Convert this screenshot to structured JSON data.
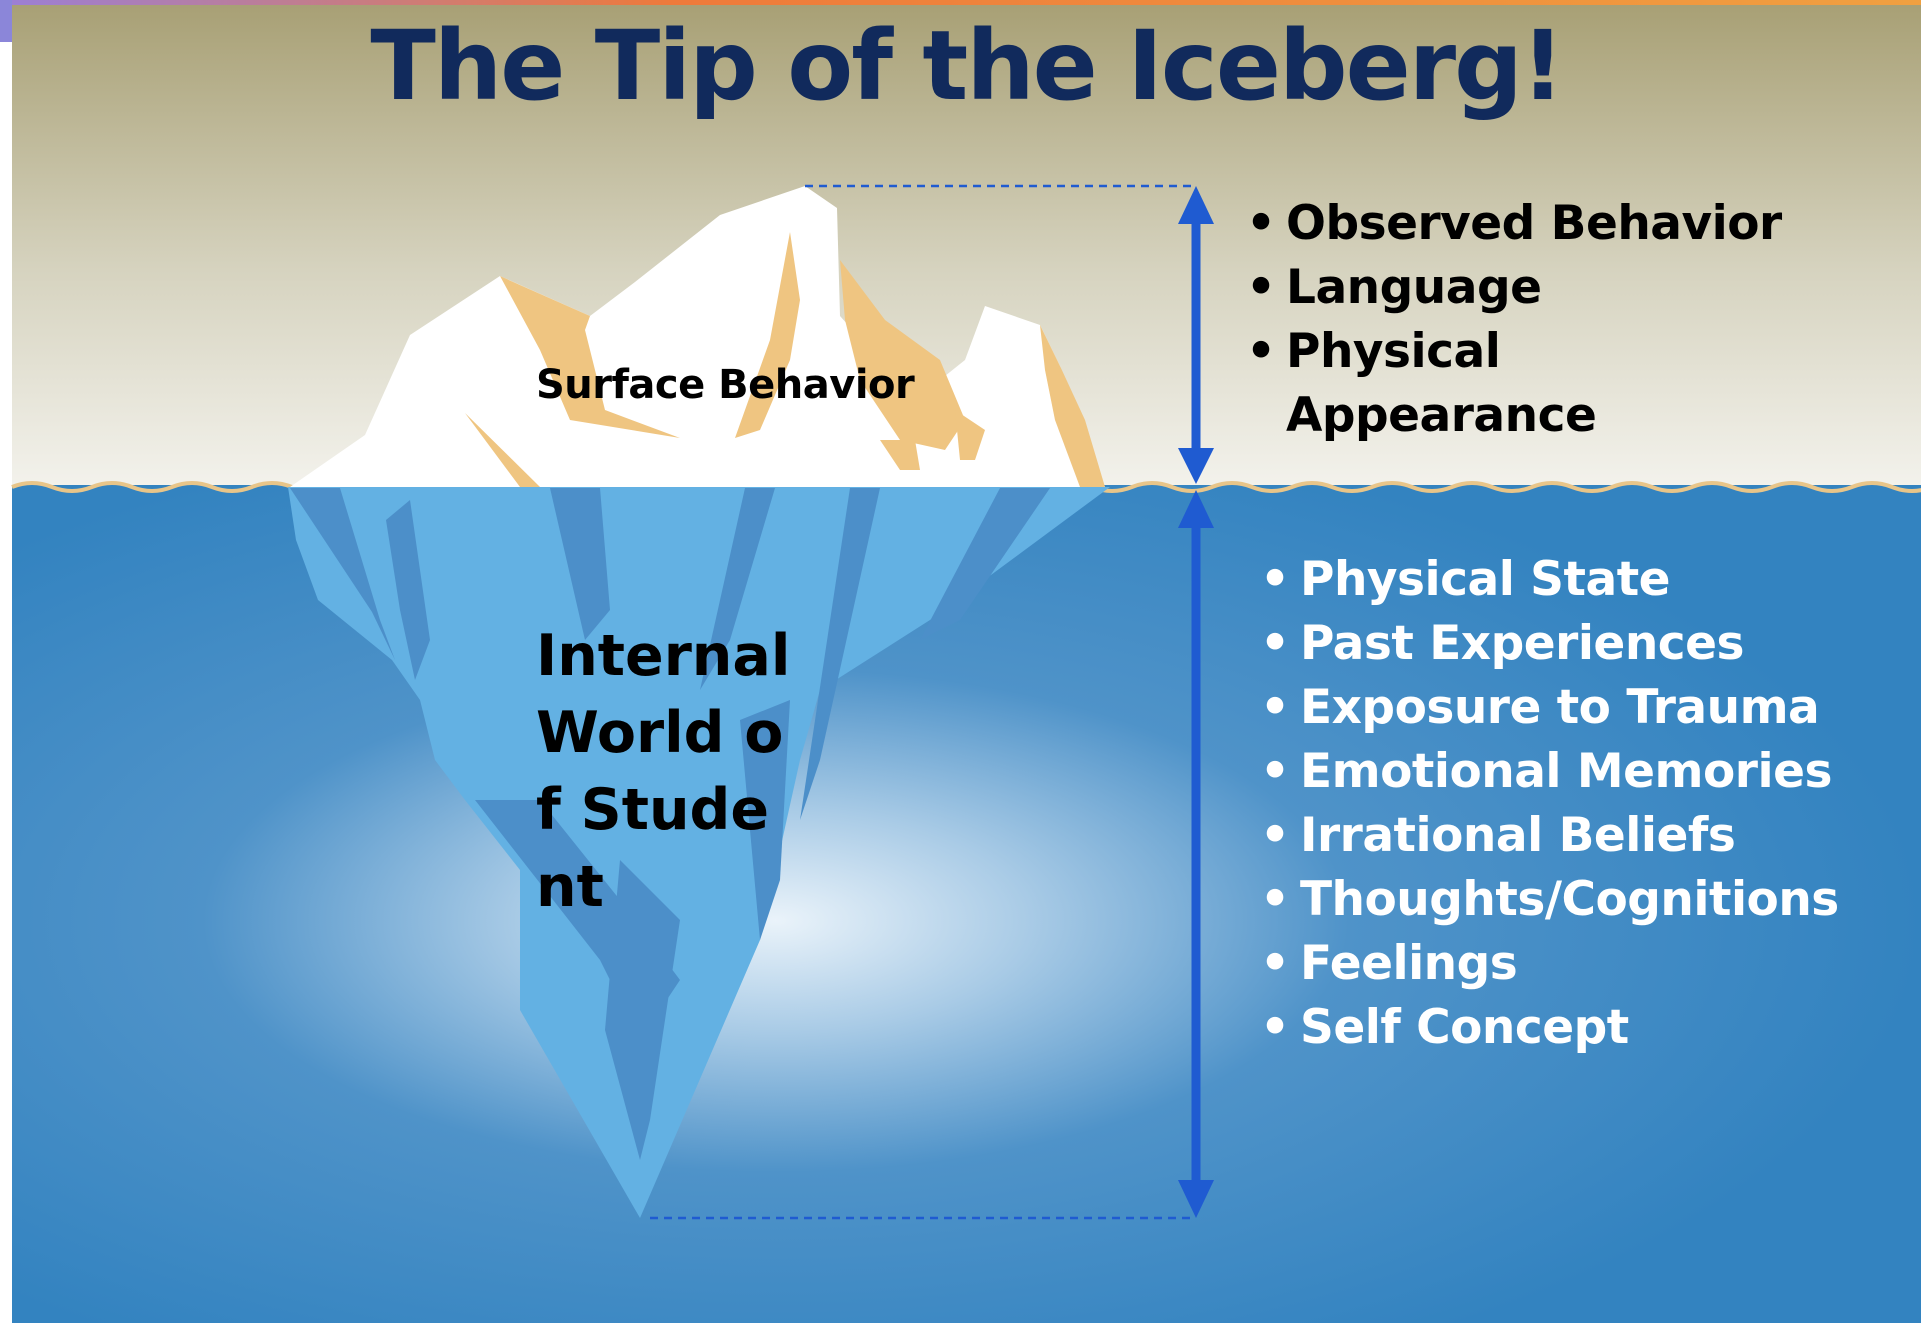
{
  "title": "The Tip of the Iceberg!",
  "iceberg": {
    "surface_label": "Surface Behavior",
    "internal_label": "Internal World of Student"
  },
  "above_surface": {
    "items": [
      "Observed Behavior",
      "Language",
      "Physical Appearance"
    ]
  },
  "below_surface": {
    "items": [
      "Physical State",
      "Past Experiences",
      "Exposure to Trauma",
      "Emotional Memories",
      "Irrational Beliefs",
      "Thoughts/Cognitions",
      "Feelings",
      "Self Concept"
    ]
  },
  "colors": {
    "title": "#112a5c",
    "sky_top": "#b0a77c",
    "sky_bottom": "#f2f1ea",
    "sea": "#3584c1",
    "sea_glow": "#e8f1f8",
    "ice": "#ffffff",
    "ice_shadow": "#efc581",
    "ice_underwater": "#63b1e3",
    "ice_underwater_shadow": "#4c8fc9",
    "arrow": "#1f5bd1"
  }
}
